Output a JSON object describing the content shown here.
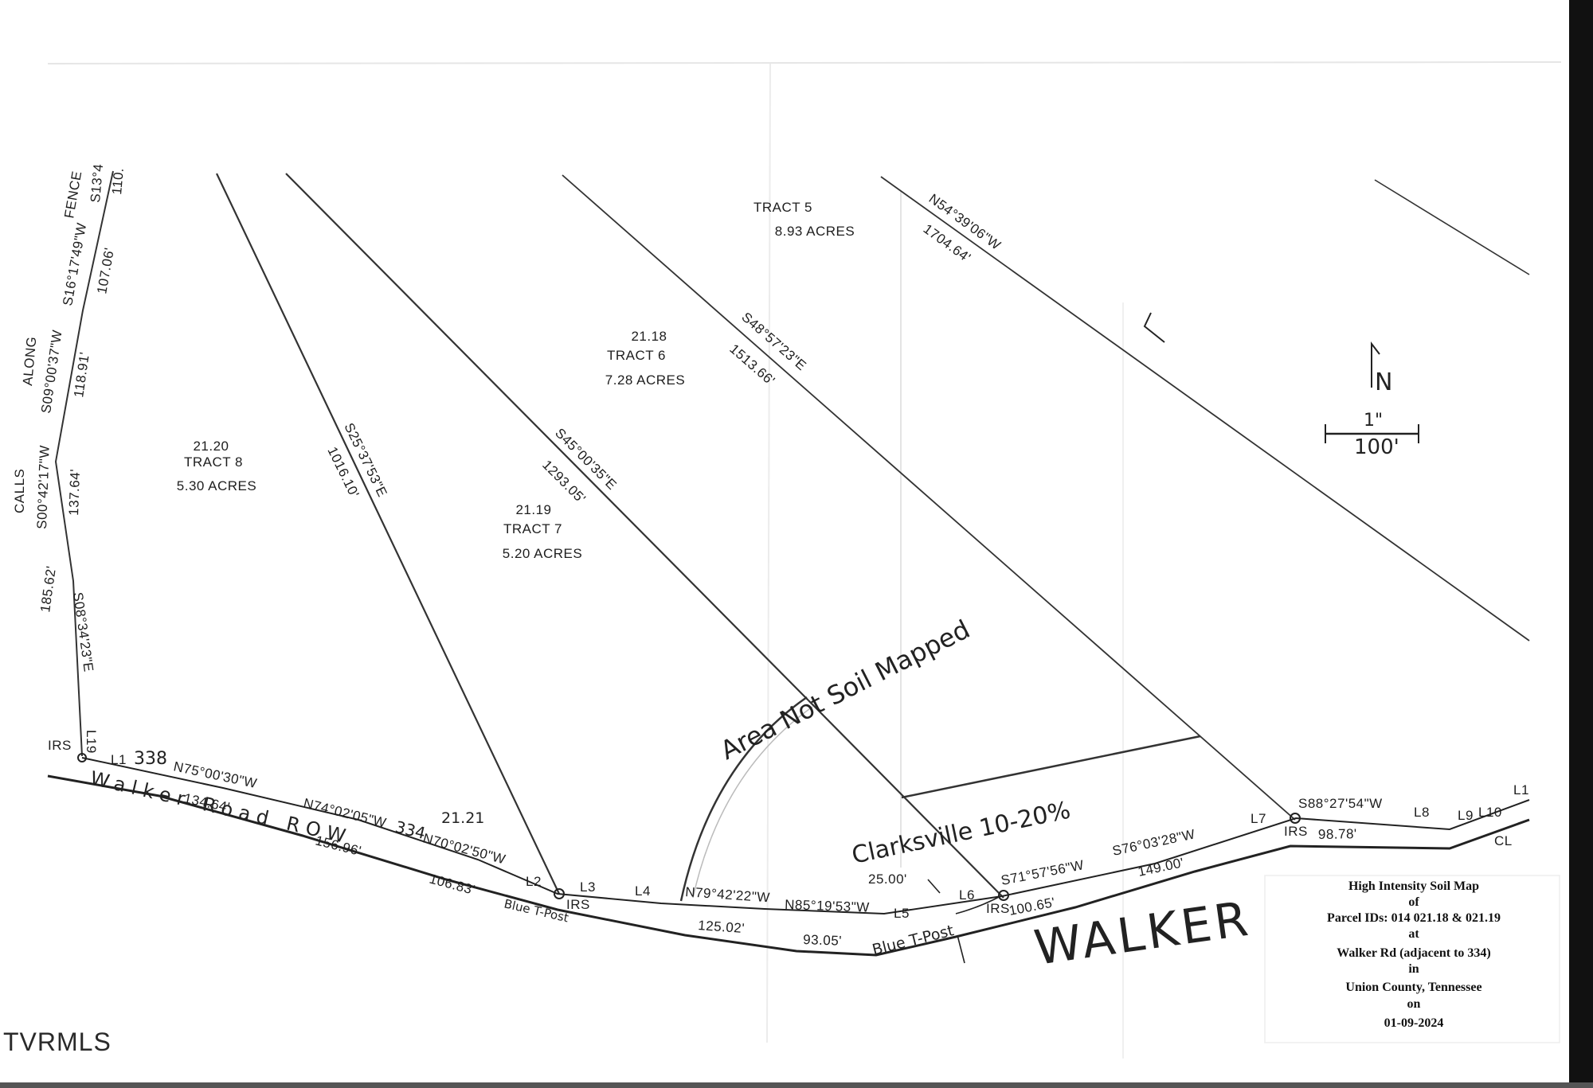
{
  "title_block": {
    "lines": [
      "High Intensity Soil Map",
      "of",
      "Parcel IDs: 014  021.18 & 021.19",
      "at",
      "Walker Rd (adjacent to 334)",
      "in",
      "Union County, Tennessee",
      "on",
      "01-09-2024"
    ]
  },
  "watermark": "TVRMLS",
  "tracts": [
    {
      "parcel": "21.18",
      "name": "TRACT 6",
      "acres": "7.28 ACRES"
    },
    {
      "parcel": "21.20",
      "name": "TRACT 8",
      "acres": "5.30 ACRES"
    },
    {
      "parcel": "21.19",
      "name": "TRACT 7",
      "acres": "5.20 ACRES"
    },
    {
      "parcel": "",
      "name": "TRACT 5",
      "acres": "8.93 ACRES"
    }
  ],
  "bearings": {
    "t5_north": "N54°39'06\"W",
    "t5_north_len": "1704.64'",
    "t6_line": "S48°57'23\"E",
    "t6_line_len": "1513.66'",
    "t7_line": "S45°00'35\"E",
    "t7_line_len": "1293.05'",
    "t8_line": "S25°37'53\"E",
    "t8_line_len": "1016.10'",
    "w1": "S13°4",
    "w1_len": "110.",
    "w2": "S16°17'49\"W",
    "w2_len": "107.06'",
    "w3": "S09°00'37\"W",
    "w3_len": "118.91'",
    "w4": "S00°42'17\"W",
    "w4_len": "137.64'",
    "w5": "S08°34'23\"E",
    "w5_len": "185.62'",
    "fence": "FENCE",
    "along": "ALONG",
    "calls": "CALLS",
    "l1_brg": "N75°00'30\"W",
    "l1_len": "134.64'",
    "l2a_brg": "N74°02'05\"W",
    "l2a_len": "156.96'",
    "l2b_brg": "N70°02'50\"W",
    "l2b_len": "106.83'",
    "l4_brg": "N79°42'22\"W",
    "l4_len": "125.02'",
    "l5_brg": "N85°19'53\"W",
    "l5_len": "93.05'",
    "l6_brg": "S71°57'56\"W",
    "l6_len": "100.65'",
    "l7a_brg": "S76°03'28\"W",
    "l7a_len": "149.00'",
    "l8_brg": "S88°27'54\"W",
    "l8_len": "98.78'",
    "offset": "25.00'"
  },
  "line_labels": {
    "L1": "L1",
    "L2": "L2",
    "L3": "L3",
    "L4": "L4",
    "L5": "L5",
    "L6": "L6",
    "L7": "L7",
    "L8": "L8",
    "L9": "L9",
    "L10": "L10",
    "L11": "L1",
    "L19": "L19"
  },
  "markers": {
    "irs": "IRS",
    "cl": "CL"
  },
  "handwriting": {
    "area_not": "Area  Not  Soil  Mapped",
    "clarksville": "Clarksville 10-20%",
    "walker_road": "Walker  Road  ROW",
    "blue_tpost": "Blue T-Post",
    "road_334a": "338",
    "road_334b": "334",
    "parcel_2121": "21.21",
    "walker_big": "WALKER",
    "north": "N",
    "scale_top": "1\"",
    "scale_bottom": "100'"
  }
}
